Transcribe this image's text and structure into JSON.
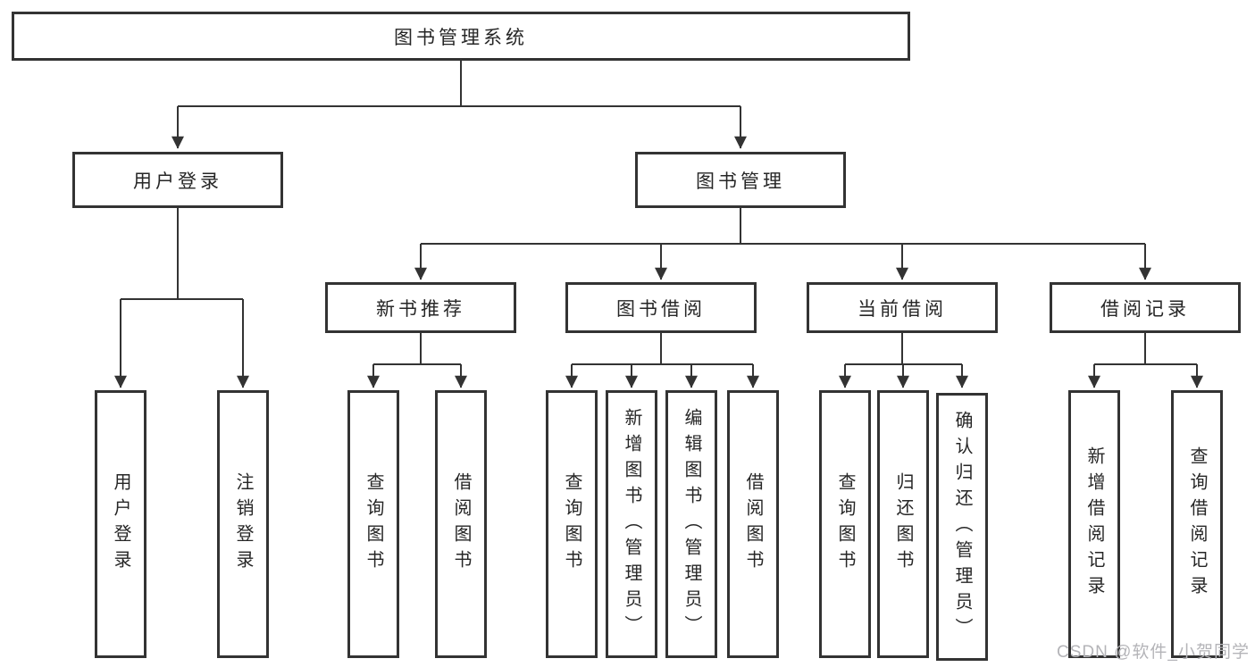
{
  "tree": {
    "label": "图书管理系统",
    "children": [
      {
        "label": "用户登录",
        "children": [
          {
            "label": "用户登录"
          },
          {
            "label": "注销登录"
          }
        ]
      },
      {
        "label": "图书管理",
        "children": [
          {
            "label": "新书推荐",
            "children": [
              {
                "label": "查询图书"
              },
              {
                "label": "借阅图书"
              }
            ]
          },
          {
            "label": "图书借阅",
            "children": [
              {
                "label": "查询图书"
              },
              {
                "label": "新增图书（管理员）"
              },
              {
                "label": "编辑图书（管理员）"
              },
              {
                "label": "借阅图书"
              }
            ]
          },
          {
            "label": "当前借阅",
            "children": [
              {
                "label": "查询图书"
              },
              {
                "label": "归还图书"
              },
              {
                "label": "确认归还（管理员）"
              }
            ]
          },
          {
            "label": "借阅记录",
            "children": [
              {
                "label": "新增借阅记录"
              },
              {
                "label": "查询借阅记录"
              }
            ]
          }
        ]
      }
    ]
  },
  "watermark": {
    "text": "CSDN @软件_小贺同学"
  },
  "colors": {
    "line": "#333333",
    "box_border": "#333333",
    "box_fill": "#ffffff",
    "text": "#262626",
    "watermark": "#b4b4b8",
    "background": "#ffffff"
  }
}
